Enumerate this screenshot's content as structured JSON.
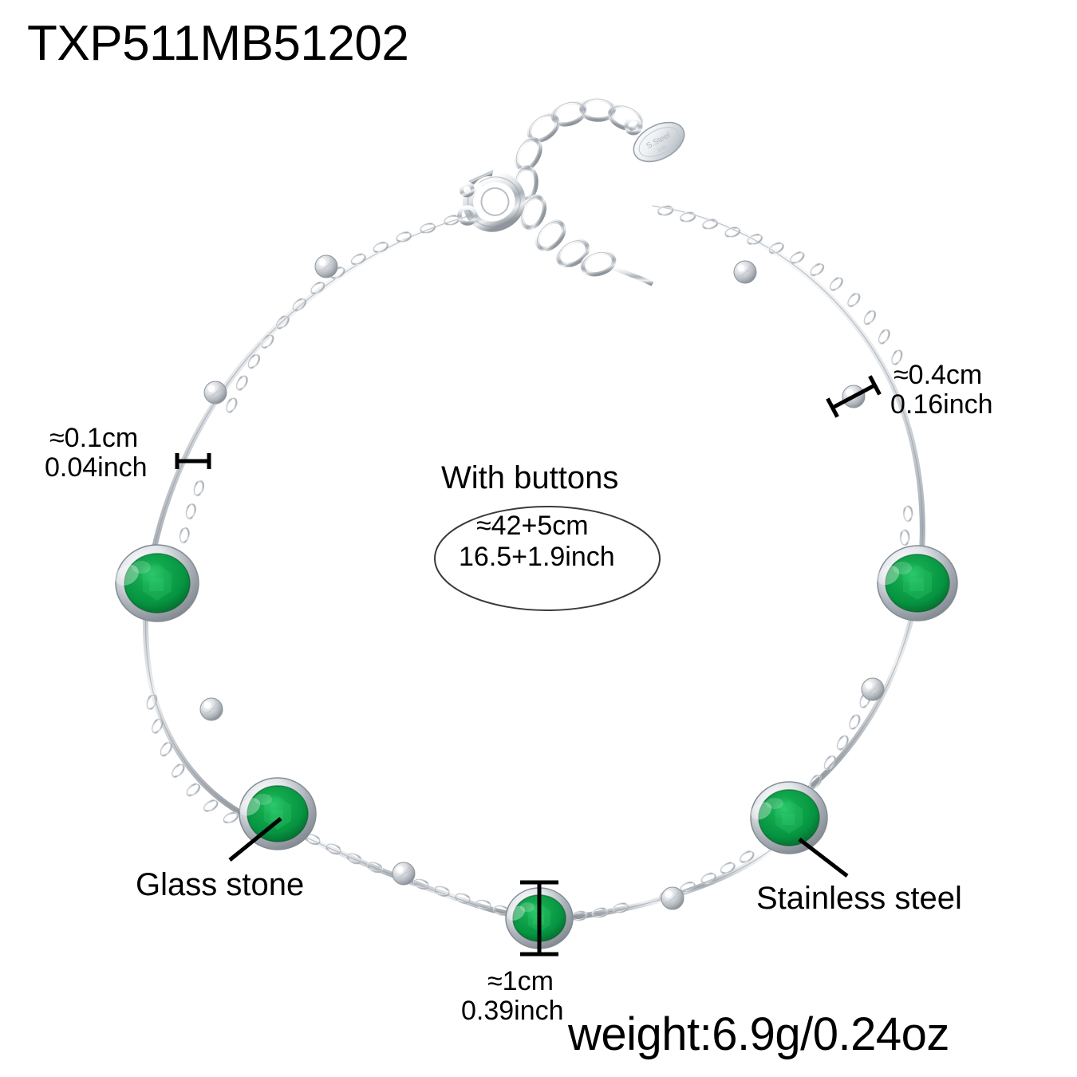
{
  "product": {
    "sku": "TXP511MB51202",
    "weight_label": "weight:6.9g/0.24oz"
  },
  "length_callout": {
    "heading": "With buttons",
    "cm": "≈42+5cm",
    "inch": "16.5+1.9inch"
  },
  "measurements": {
    "chain_width": {
      "cm": "≈0.1cm",
      "inch": "0.04inch"
    },
    "bead_size": {
      "cm": "≈0.4cm",
      "inch": "0.16inch"
    },
    "stone_size": {
      "cm": "≈1cm",
      "inch": "0.39inch"
    }
  },
  "annotations": {
    "glass_stone": "Glass stone",
    "stainless_steel": "Stainless steel"
  },
  "colors": {
    "stone_green": "#0E9B46",
    "stone_green_dark": "#046B2D",
    "stone_green_light": "#23C165",
    "metal_silver": "#C9CDD2",
    "metal_silver_light": "#FAFBFC",
    "metal_silver_dark": "#8E959C",
    "text_black": "#000000",
    "background": "#FFFFFF"
  },
  "icons": {
    "lobster_clasp": "lobster-clasp-icon",
    "extender_chain": "extender-chain-icon",
    "oval_tag": "oval-tag-icon",
    "bead_station": "bead-station-icon",
    "gemstone_station": "gemstone-station-icon"
  }
}
